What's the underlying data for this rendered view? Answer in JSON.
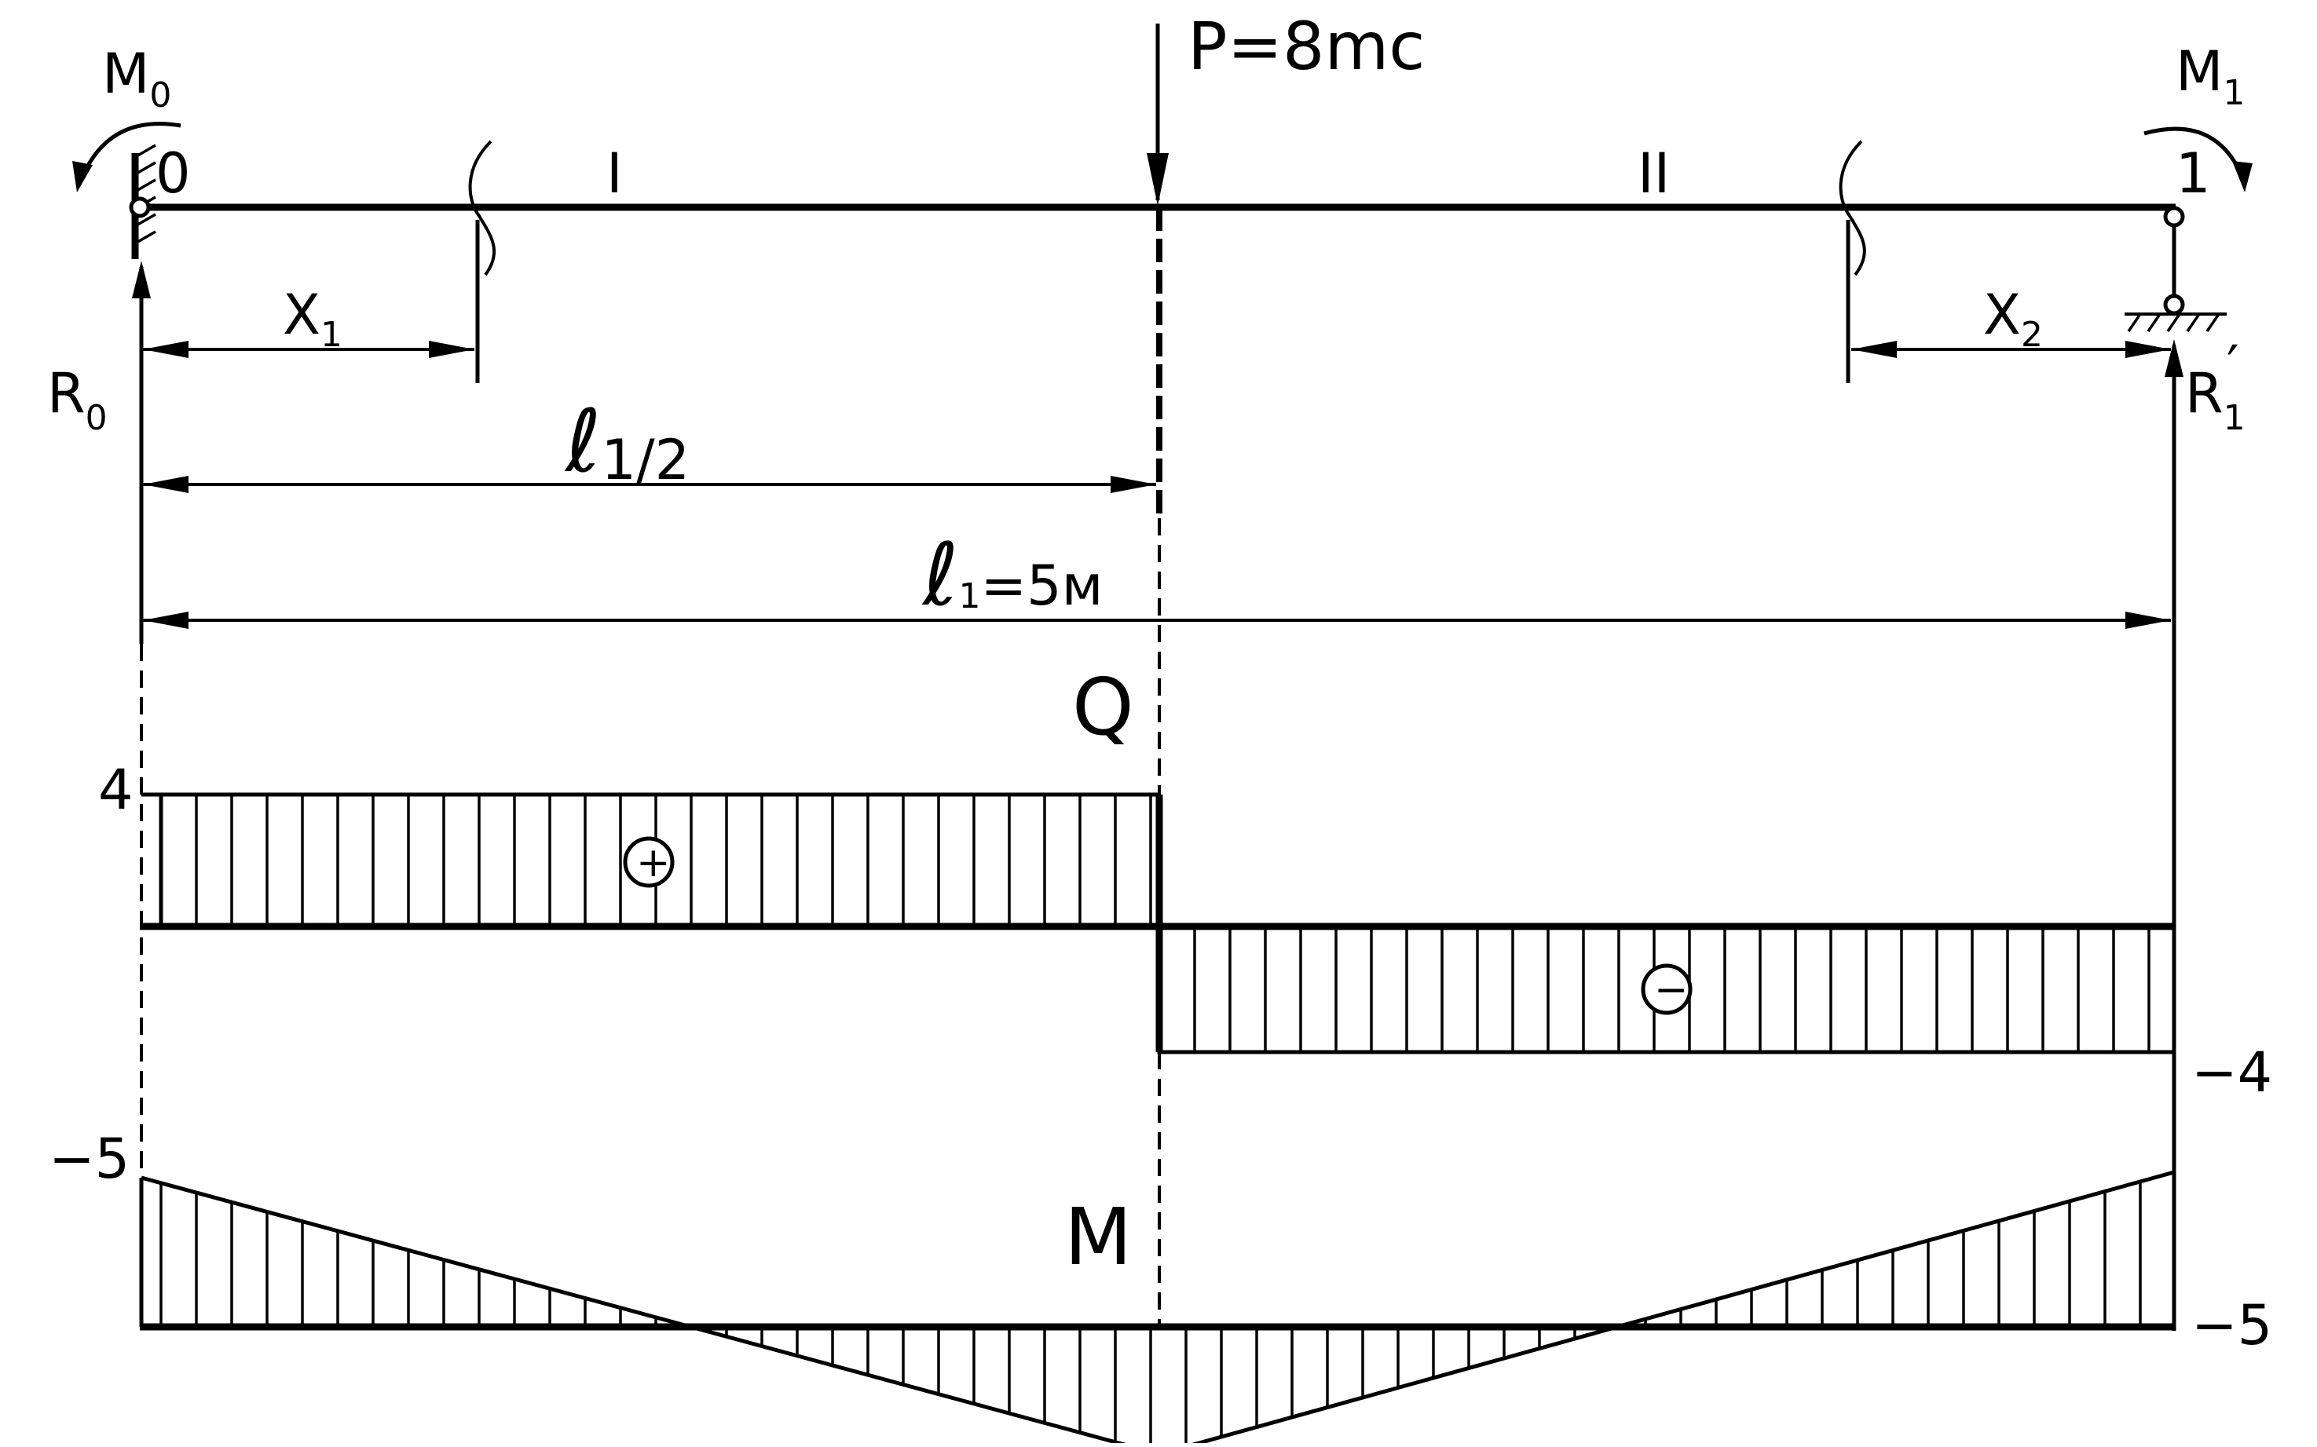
{
  "beam": {
    "load_label": "P=8mc",
    "moment_left": "M",
    "moment_left_sub": "0",
    "moment_right": "M",
    "moment_right_sub": "1",
    "node_left": "0",
    "node_right": "1",
    "segment_1": "I",
    "segment_2": "II",
    "reaction_left": "R",
    "reaction_left_sub": "0",
    "reaction_right": "R",
    "reaction_right_sub": "1",
    "reaction_right_prime": "′",
    "dim_x1": "X",
    "dim_x1_sub": "1",
    "dim_x2": "X",
    "dim_x2_sub": "2",
    "dim_half_l": "ℓ",
    "dim_half_sub": "1/2",
    "dim_full_l": "ℓ",
    "dim_full_rest": "=5м",
    "dim_full_sub": "1"
  },
  "shear": {
    "title": "Q",
    "value_left": "4",
    "value_right": "−4",
    "sign_positive": "+",
    "sign_negative": "−",
    "values": [
      4,
      -4
    ]
  },
  "moment": {
    "title": "M",
    "value_left": "−5",
    "value_right": "−5"
  },
  "colors": {
    "ink": "#000000",
    "paper": "#ffffff"
  }
}
